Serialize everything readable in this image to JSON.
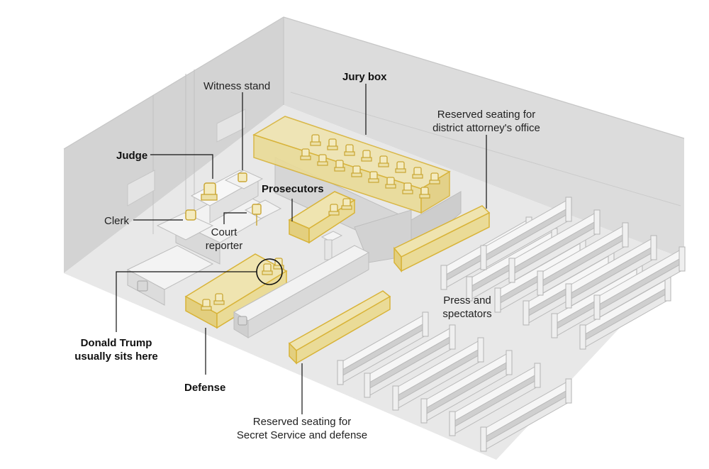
{
  "labels": {
    "jury_box": "Jury box",
    "witness_stand": "Witness stand",
    "judge": "Judge",
    "clerk": "Clerk",
    "prosecutors": "Prosecutors",
    "court_reporter_line1": "Court",
    "court_reporter_line2": "reporter",
    "da_seating_line1": "Reserved seating for",
    "da_seating_line2": "district attorney's office",
    "press_line1": "Press and",
    "press_line2": "spectators",
    "trump_line1": "Donald Trump",
    "trump_line2": "usually sits here",
    "defense": "Defense",
    "ss_seating_line1": "Reserved seating for",
    "ss_seating_line2": "Secret Service and defense"
  },
  "colors": {
    "highlight_fill": "#efe4b0",
    "highlight_stroke": "#d8b338",
    "floor": "#e6e6e6",
    "wall": "#d7d7d7",
    "furniture": "#f4f4f4"
  }
}
